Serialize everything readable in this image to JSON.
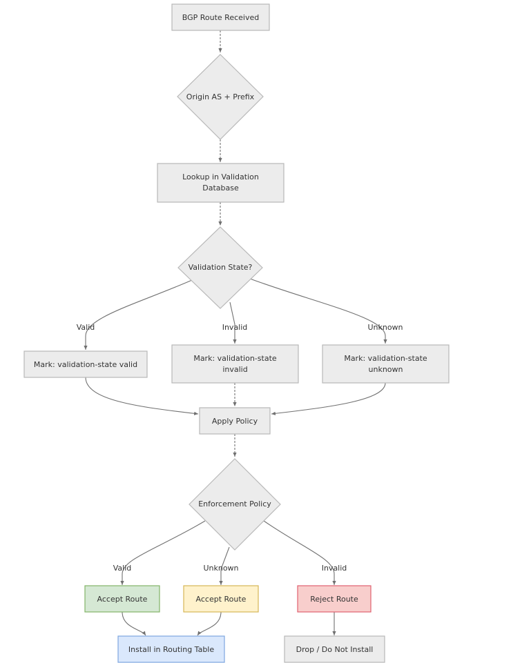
{
  "nodes": {
    "bgp_received": {
      "lines": [
        "BGP Route Received"
      ]
    },
    "origin_prefix": {
      "lines": [
        "Origin AS + Prefix"
      ]
    },
    "lookup_db": {
      "lines": [
        "Lookup in Validation",
        "Database"
      ]
    },
    "validation_state": {
      "lines": [
        "Validation State?"
      ]
    },
    "mark_valid": {
      "lines": [
        "Mark: validation-state valid"
      ]
    },
    "mark_invalid": {
      "lines": [
        "Mark: validation-state",
        "invalid"
      ]
    },
    "mark_unknown": {
      "lines": [
        "Mark: validation-state",
        "unknown"
      ]
    },
    "apply_policy": {
      "lines": [
        "Apply Policy"
      ]
    },
    "enforcement_policy": {
      "lines": [
        "Enforcement Policy"
      ]
    },
    "accept_valid": {
      "lines": [
        "Accept Route"
      ]
    },
    "accept_unknown": {
      "lines": [
        "Accept Route"
      ]
    },
    "reject_invalid": {
      "lines": [
        "Reject Route"
      ]
    },
    "install_table": {
      "lines": [
        "Install in Routing Table"
      ]
    },
    "drop": {
      "lines": [
        "Drop / Do Not Install"
      ]
    }
  },
  "edge_labels": {
    "state_valid": "Valid",
    "state_invalid": "Invalid",
    "state_unknown": "Unknown",
    "policy_valid": "Valid",
    "policy_unknown": "Unknown",
    "policy_invalid": "Invalid"
  },
  "colors": {
    "default_fill": "#ececec",
    "default_stroke": "#b8b8b8",
    "green_fill": "#d5e8d4",
    "green_stroke": "#82b366",
    "yellow_fill": "#fff2cc",
    "yellow_stroke": "#d6b656",
    "red_fill": "#f8cecc",
    "red_stroke": "#e06070",
    "blue_fill": "#dae8fc",
    "blue_stroke": "#7ea6e0",
    "edge": "#707070"
  }
}
